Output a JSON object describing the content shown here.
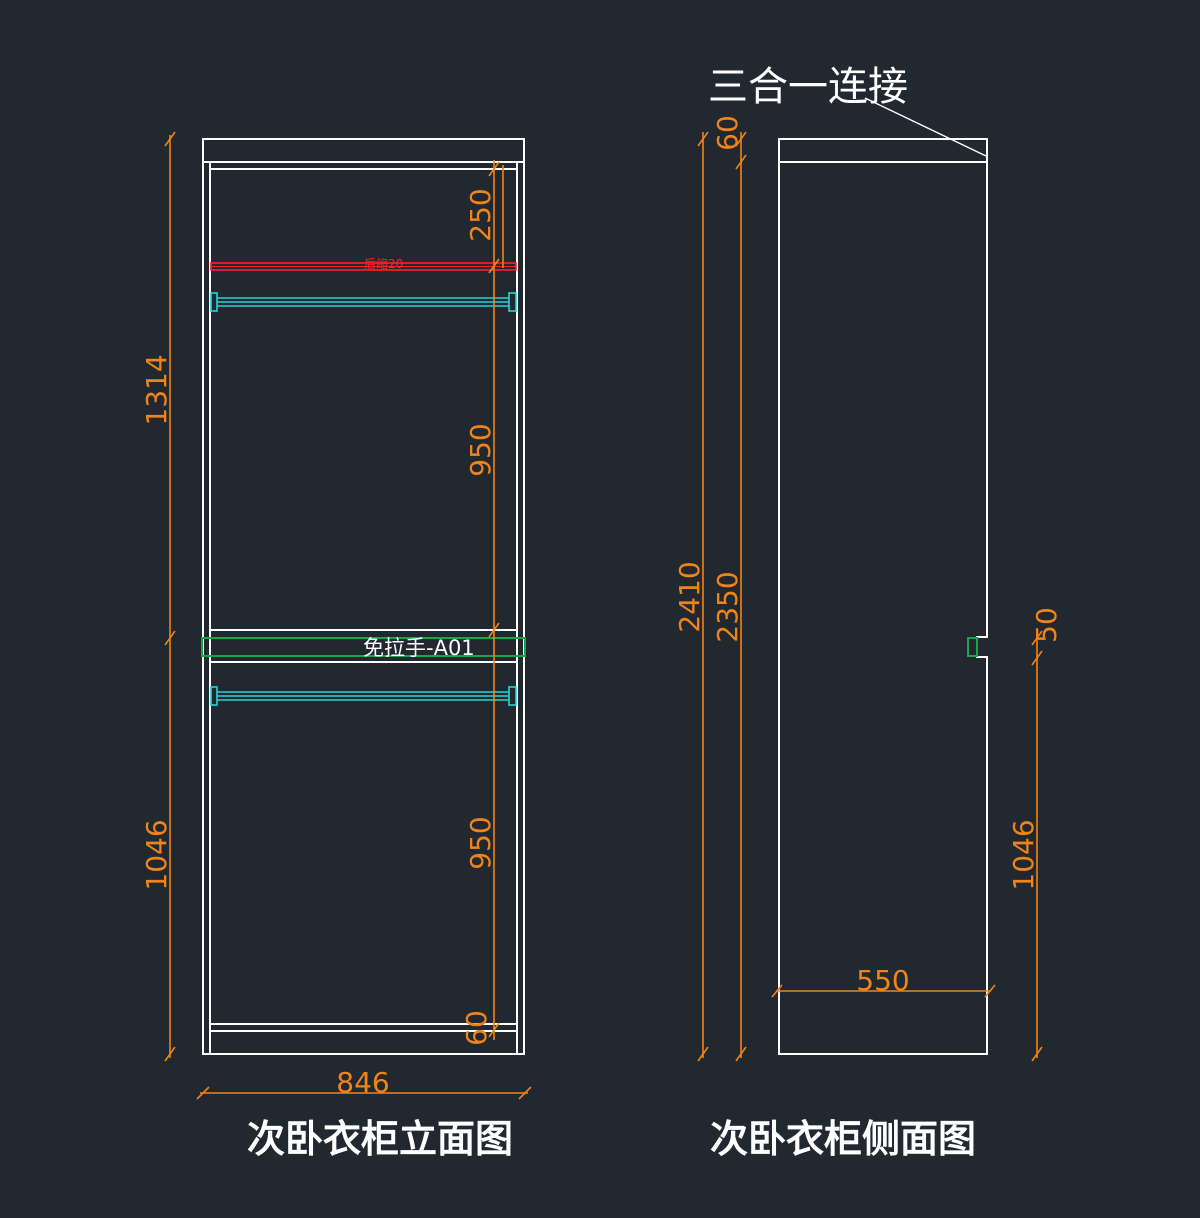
{
  "views": {
    "elevation": {
      "title": "次卧衣柜立面图",
      "rail_note": "后缩20",
      "handle_label": "免拉手-A01",
      "dims": {
        "width": "846",
        "upper_height": "1314",
        "lower_height": "1046",
        "top_gap": "250",
        "upper_hang": "950",
        "lower_hang": "950",
        "base": "60"
      }
    },
    "side": {
      "title": "次卧衣柜侧面图",
      "connector_note": "三合一连接",
      "dims": {
        "top": "60",
        "total": "2410",
        "body": "2350",
        "handle_slot": "50",
        "lower_height": "1046",
        "depth": "550"
      }
    }
  },
  "colors": {
    "background": "#212830",
    "linework": "#ffffff",
    "dimension": "#f08418",
    "rail": "#26d6d6",
    "note_red": "#ff2020",
    "handle": "#1aa54a"
  }
}
